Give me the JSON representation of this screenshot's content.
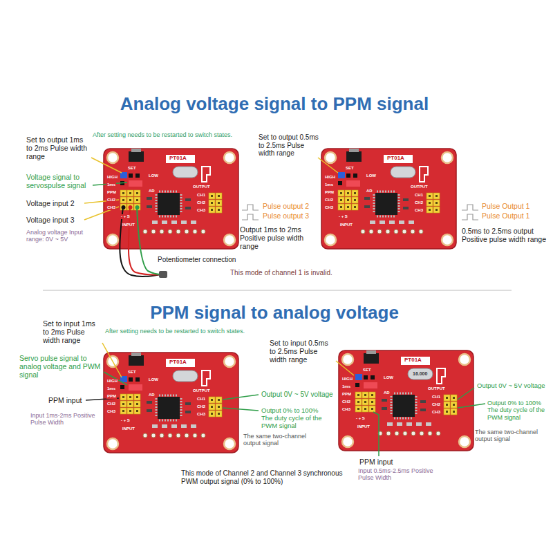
{
  "diagram": {
    "labels": [
      "Analog voltage signal to PPM signal",
      "After setting needs to be restarted to switch states.",
      "Set to output 1ms to 2ms Pulse width range",
      "Voltage signal to servospulse signal",
      "Voltage input 2",
      "Voltage input 3",
      "Analog voltage Input range: 0V ~ 5V",
      "Potentiometer connection",
      "This mode of channel 1 is invalid.",
      "Pulse output 2",
      "Pulse output 3",
      "Output 1ms to 2ms Positive pulse width range",
      "Set to output 0.5ms to 2.5ms Pulse width range",
      "Pulse Output 1",
      "Pulse Output 1",
      "0.5ms to 2.5ms output Positive pulse width range",
      "PPM signal to analog voltage",
      "After setting needs to be restarted to switch states.",
      "Set to input 1ms to 2ms Pulse width range",
      "Servo pulse signal to analog voltage and PWM signal",
      "PPM input",
      "Input 1ms-2ms Positive Pulse Width",
      "Output 0V ~ 5V voltage",
      "Output 0% to 100% The duty cycle of the PWM signal",
      "The same two-channel output signal",
      "This mode of Channel 2 and Channel 3 synchronous PWM output signal (0% to 100%)",
      "Set to input 0.5ms to 2.5ms Pulse width range",
      "Output 0V ~ 5V voltage",
      "Output 0% to 100% The duty cycle of the PWM signal",
      "The same two-channel output signal",
      "PPM input",
      "Input 0.5ms-2.5ms Positive Pulse Width",
      "SET",
      "PT01A",
      "HIGH",
      "1ms",
      "PPM",
      "CH2",
      "CH3",
      "LOW",
      "AD",
      "OUTPUT",
      "CH1",
      "CH2",
      "CH3",
      "- + S",
      "INPUT",
      "SET",
      "PT01A",
      "HIGH",
      "1ms",
      "PPM",
      "CH2",
      "CH3",
      "LOW",
      "AD",
      "OUTPUT",
      "CH1",
      "CH2",
      "CH3",
      "- + S",
      "INPUT",
      "SET",
      "PT01A",
      "HIGH",
      "1ms",
      "PPM",
      "CH2",
      "CH3",
      "LOW",
      "AD",
      "OUTPUT",
      "CH1",
      "CH2",
      "CH3",
      "- + S",
      "INPUT",
      "SET",
      "PT01A",
      "HIGH",
      "1ms",
      "PPM",
      "CH2",
      "CH3",
      "LOW",
      "AD",
      "OUTPUT",
      "CH1",
      "CH2",
      "CH3",
      "- + S",
      "INPUT",
      "16.000"
    ]
  }
}
